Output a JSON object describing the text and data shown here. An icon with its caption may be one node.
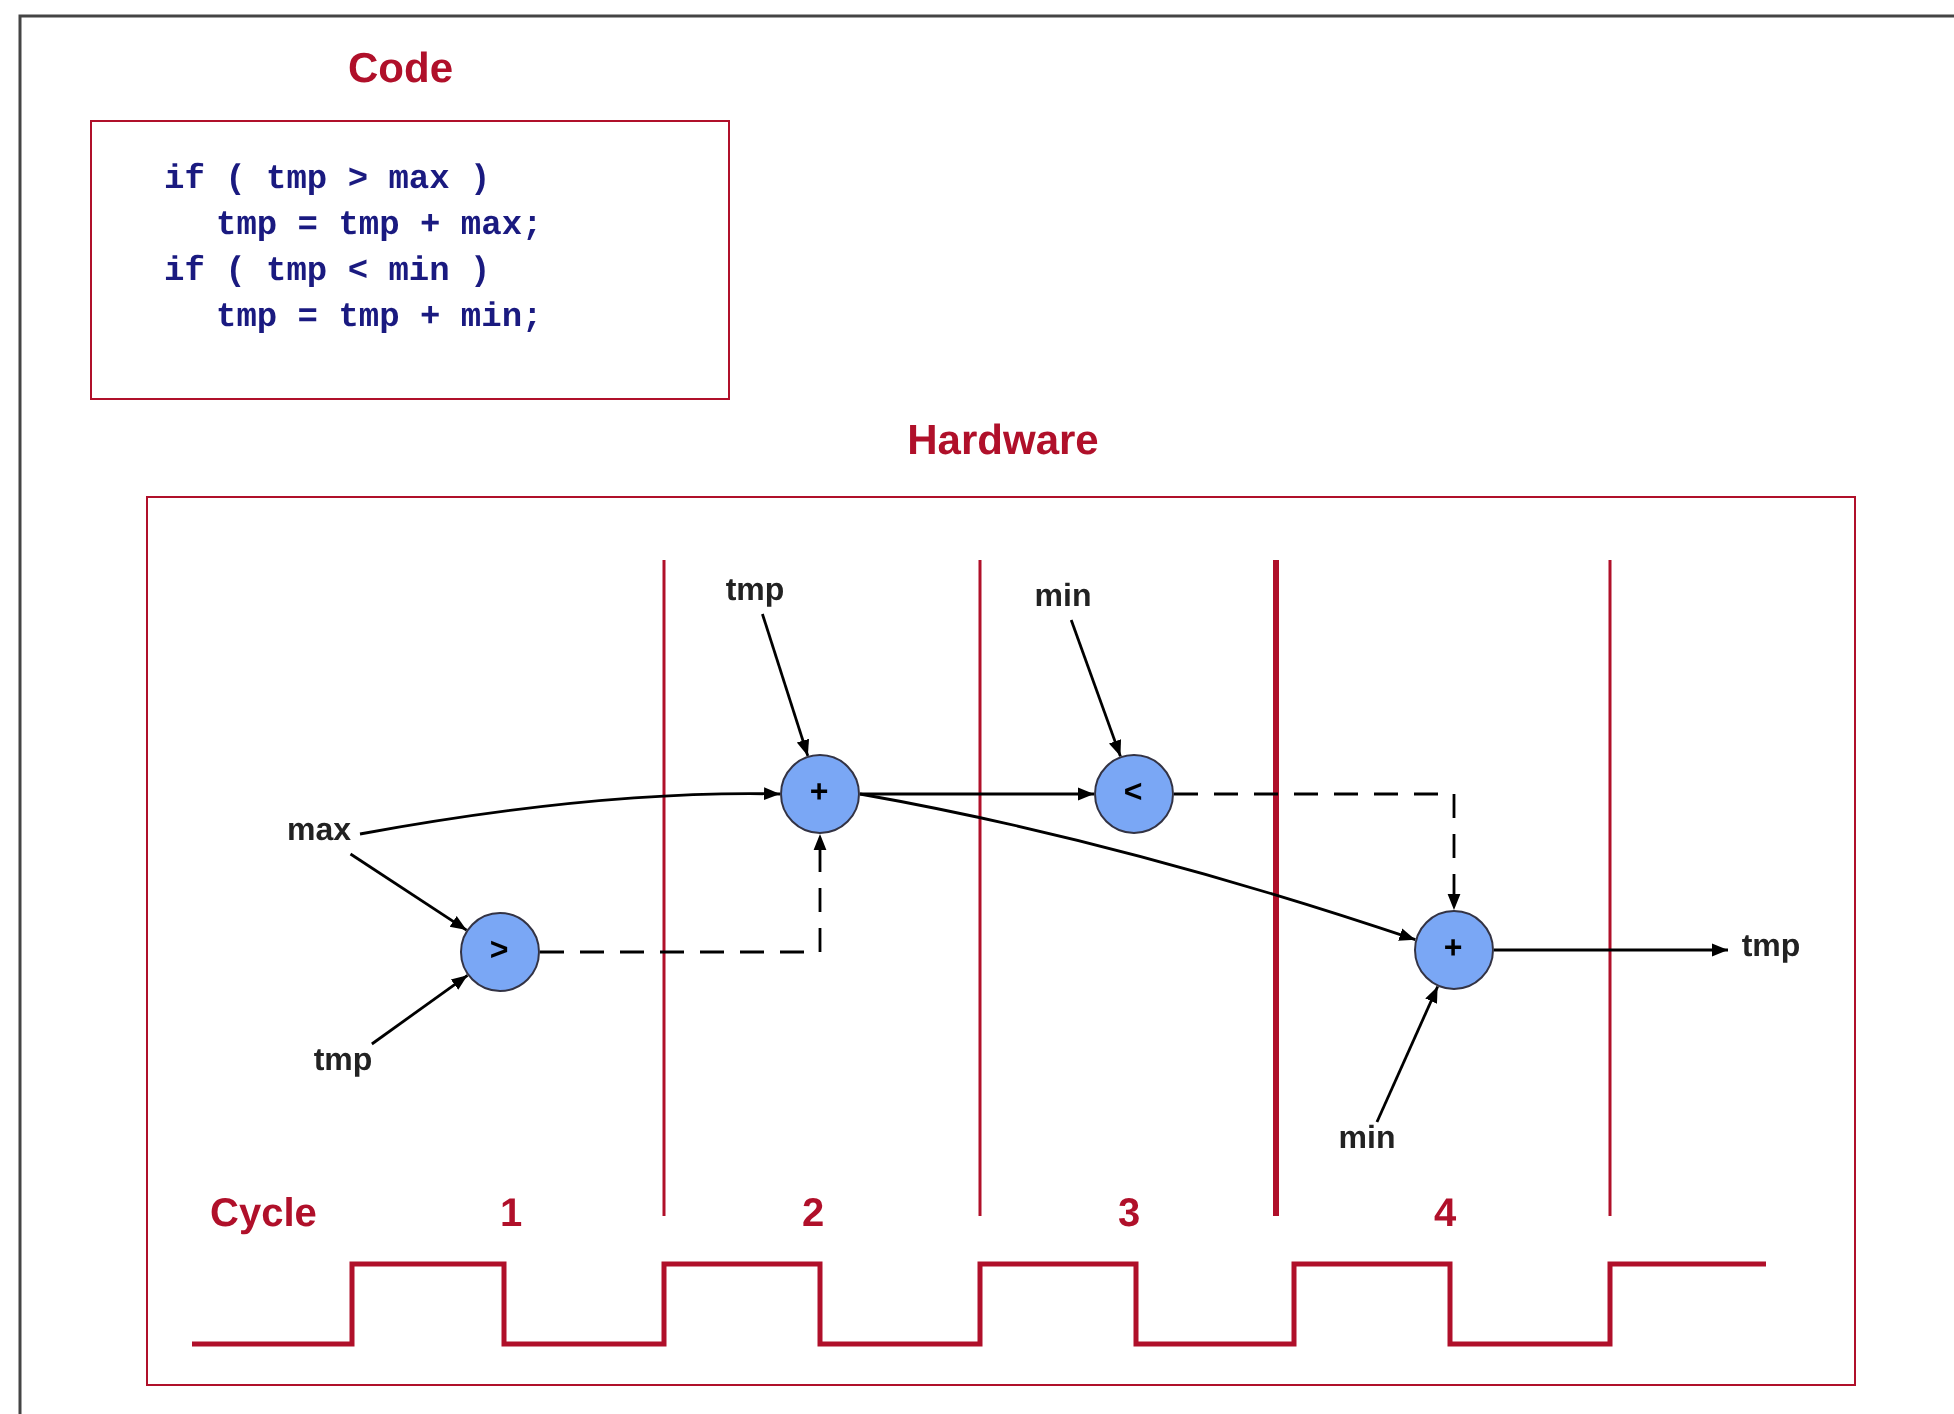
{
  "diagram": {
    "nodes": [
      {
        "text": [
          "Code",
          "if ( tmp > max )",
          "tmp = tmp + max;",
          "if ( tmp < min )",
          "tmp = tmp + min;"
        ]
      },
      {
        "text": [
          "Hardware"
        ]
      },
      {
        "text": [
          "max"
        ],
        "in": 1
      },
      {
        "text": [
          "tmp"
        ],
        "in": 1
      },
      {
        "text": [
          ">"
        ],
        "in": 1
      },
      {
        "text": [
          "tmp"
        ],
        "in": 1
      },
      {
        "text": [
          "+"
        ],
        "in": 1
      },
      {
        "text": [
          "min"
        ],
        "in": 1
      },
      {
        "text": [
          "<"
        ],
        "in": 1
      },
      {
        "text": [
          "+"
        ],
        "in": 1
      },
      {
        "text": [
          "min"
        ],
        "in": 1
      },
      {
        "text": [
          "tmp"
        ],
        "in": 1
      }
    ],
    "edges": [
      {
        "from": 2,
        "to": 6,
        "arrow": "to"
      },
      {
        "from": 2,
        "to": 4,
        "arrow": "to"
      },
      {
        "from": 3,
        "to": 4,
        "arrow": "to"
      },
      {
        "from": 4,
        "to": 6,
        "arrow": "to",
        "style": "dashed"
      },
      {
        "from": 5,
        "to": 6,
        "arrow": "to"
      },
      {
        "from": 6,
        "to": 8,
        "arrow": "to"
      },
      {
        "from": 6,
        "to": 9,
        "arrow": "to"
      },
      {
        "from": 7,
        "to": 8,
        "arrow": "to"
      },
      {
        "from": 8,
        "to": 9,
        "arrow": "to",
        "style": "dashed"
      },
      {
        "from": 10,
        "to": 9,
        "arrow": "to"
      },
      {
        "from": 9,
        "to": 11,
        "arrow": "to"
      }
    ],
    "labels": [
      "Cycle",
      "1",
      "2",
      "3",
      "4"
    ]
  }
}
